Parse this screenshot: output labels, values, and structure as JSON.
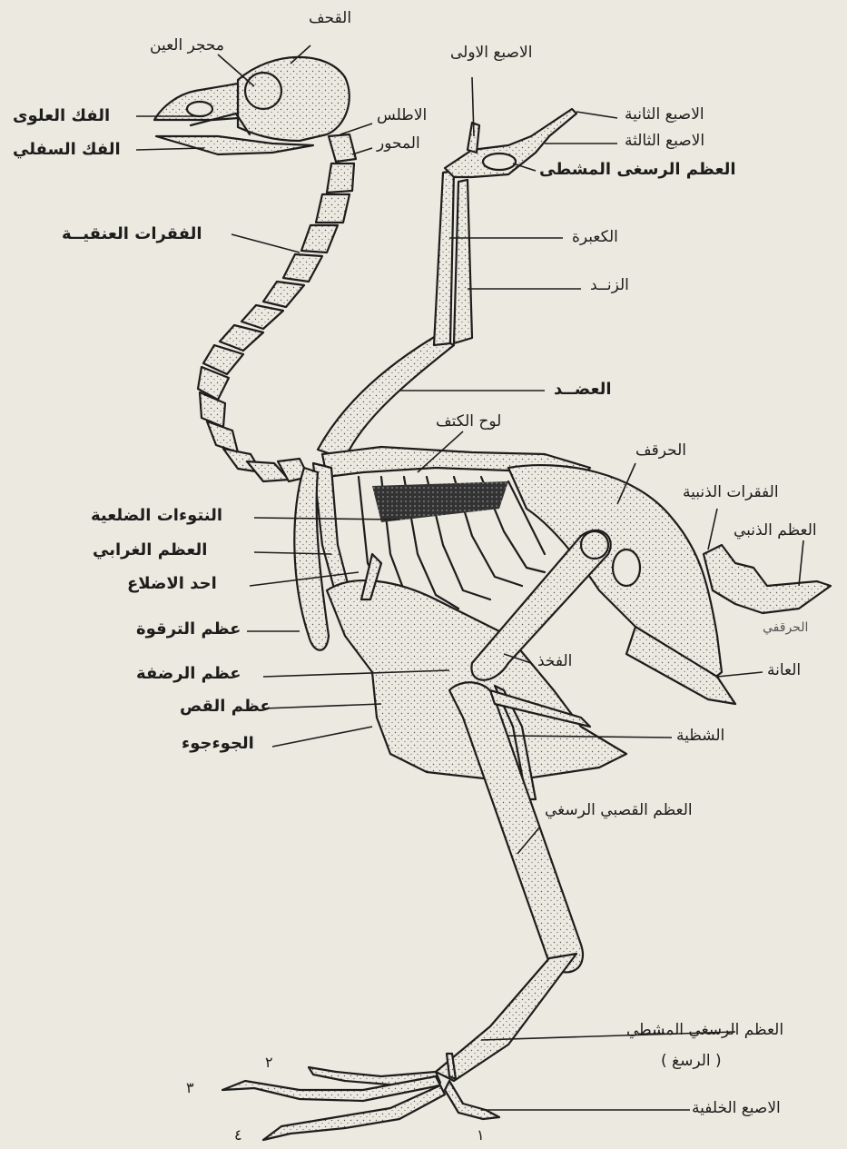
{
  "labels": {
    "skull": "القحف",
    "eye_socket": "محجر العين",
    "upper_jaw": "الفك العلوى",
    "lower_jaw": "الفك السفلي",
    "atlas": "الاطلس",
    "axis": "المحور",
    "first_digit": "الاصبع الاولى",
    "second_digit": "الاصبع الثانية",
    "third_digit": "الاصبع الثالثة",
    "carpometacarpus": "العظم الرسغى المشطى",
    "cervical_vertebrae": "الفقرات العنقيــة",
    "ulna": "الكعبرة",
    "radius": "الزنــد",
    "humerus": "العضــد",
    "scapula": "لوح الكتف",
    "ilium": "الحرقف",
    "caudal_vertebrae": "الفقرات الذنبية",
    "pygostyle": "العظم الذنبي",
    "uncinate_processes": "النتوءات الضلعية",
    "coracoid": "العظم الغرابي",
    "one_rib": "احد الاضلاع",
    "ischium": "الحرقفي",
    "clavicle": "عظم الترقوة",
    "femur": "الفخذ",
    "sternum_plate": "عظم الرضفة",
    "pubis": "العانة",
    "keel": "عظم القص",
    "furcula": "الجوءجوء",
    "fibula": "الشظية",
    "tibiotarsus": "العظم القصبي الرسغي",
    "tarsometatarsus_line1": "العظم الرسغي المشطي",
    "tarsometatarsus_line2": "( الرسغ )",
    "hind_toe": "الاصبع الخلفية"
  },
  "toe_numbers": {
    "one": "١",
    "two": "٢",
    "three": "٣",
    "four": "٤"
  }
}
